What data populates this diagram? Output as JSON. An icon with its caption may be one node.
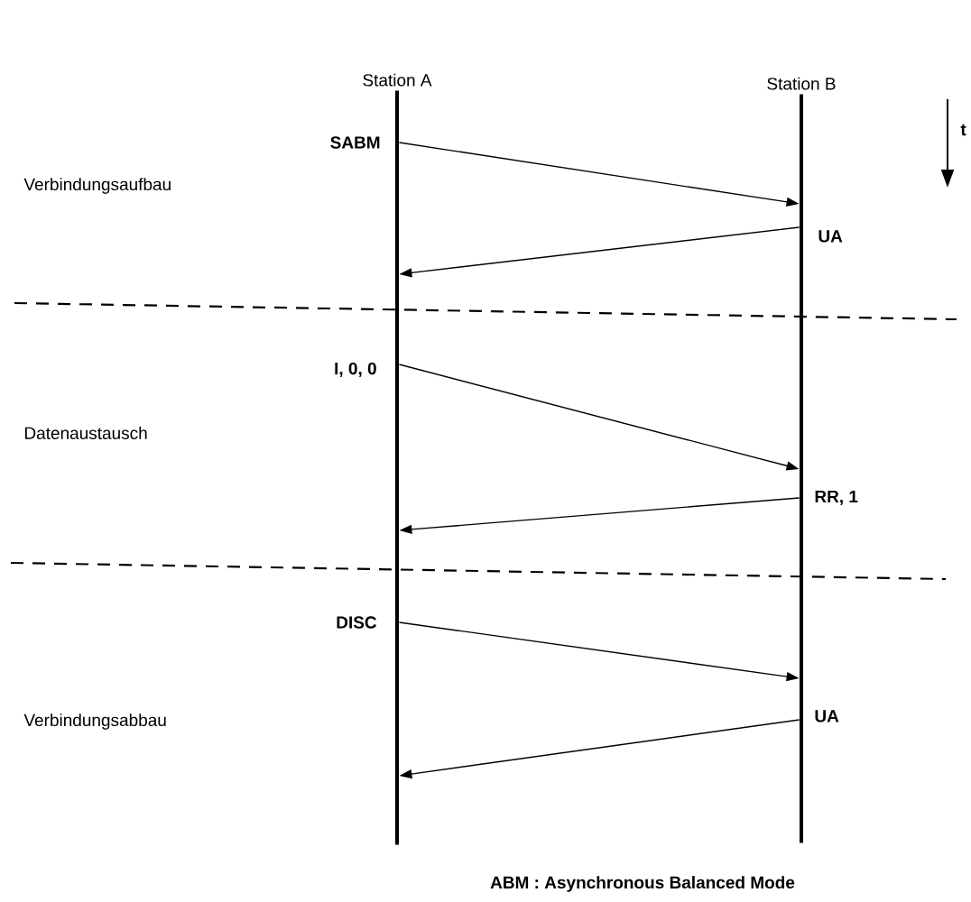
{
  "diagram": {
    "nodes": [
      {
        "text": [
          "Station A"
        ]
      },
      {
        "text": [
          "Station B"
        ]
      }
    ],
    "edges": [
      {
        "from": 0,
        "to": 1,
        "arrow": "to",
        "label": "SABM"
      },
      {
        "from": 1,
        "to": 0,
        "arrow": "to",
        "label": "UA"
      },
      {
        "from": 0,
        "to": 1,
        "arrow": "to",
        "label": "I, 0, 0"
      },
      {
        "from": 1,
        "to": 0,
        "arrow": "to",
        "label": "RR, 1"
      },
      {
        "from": 0,
        "to": 1,
        "arrow": "to",
        "label": "DISC"
      },
      {
        "from": 1,
        "to": 0,
        "arrow": "to",
        "label": "UA"
      }
    ],
    "labels": [
      "t",
      "Verbindungsaufbau",
      "Datenaustausch",
      "Verbindungsabbau",
      "ABM : Asynchronous Balanced Mode"
    ]
  }
}
